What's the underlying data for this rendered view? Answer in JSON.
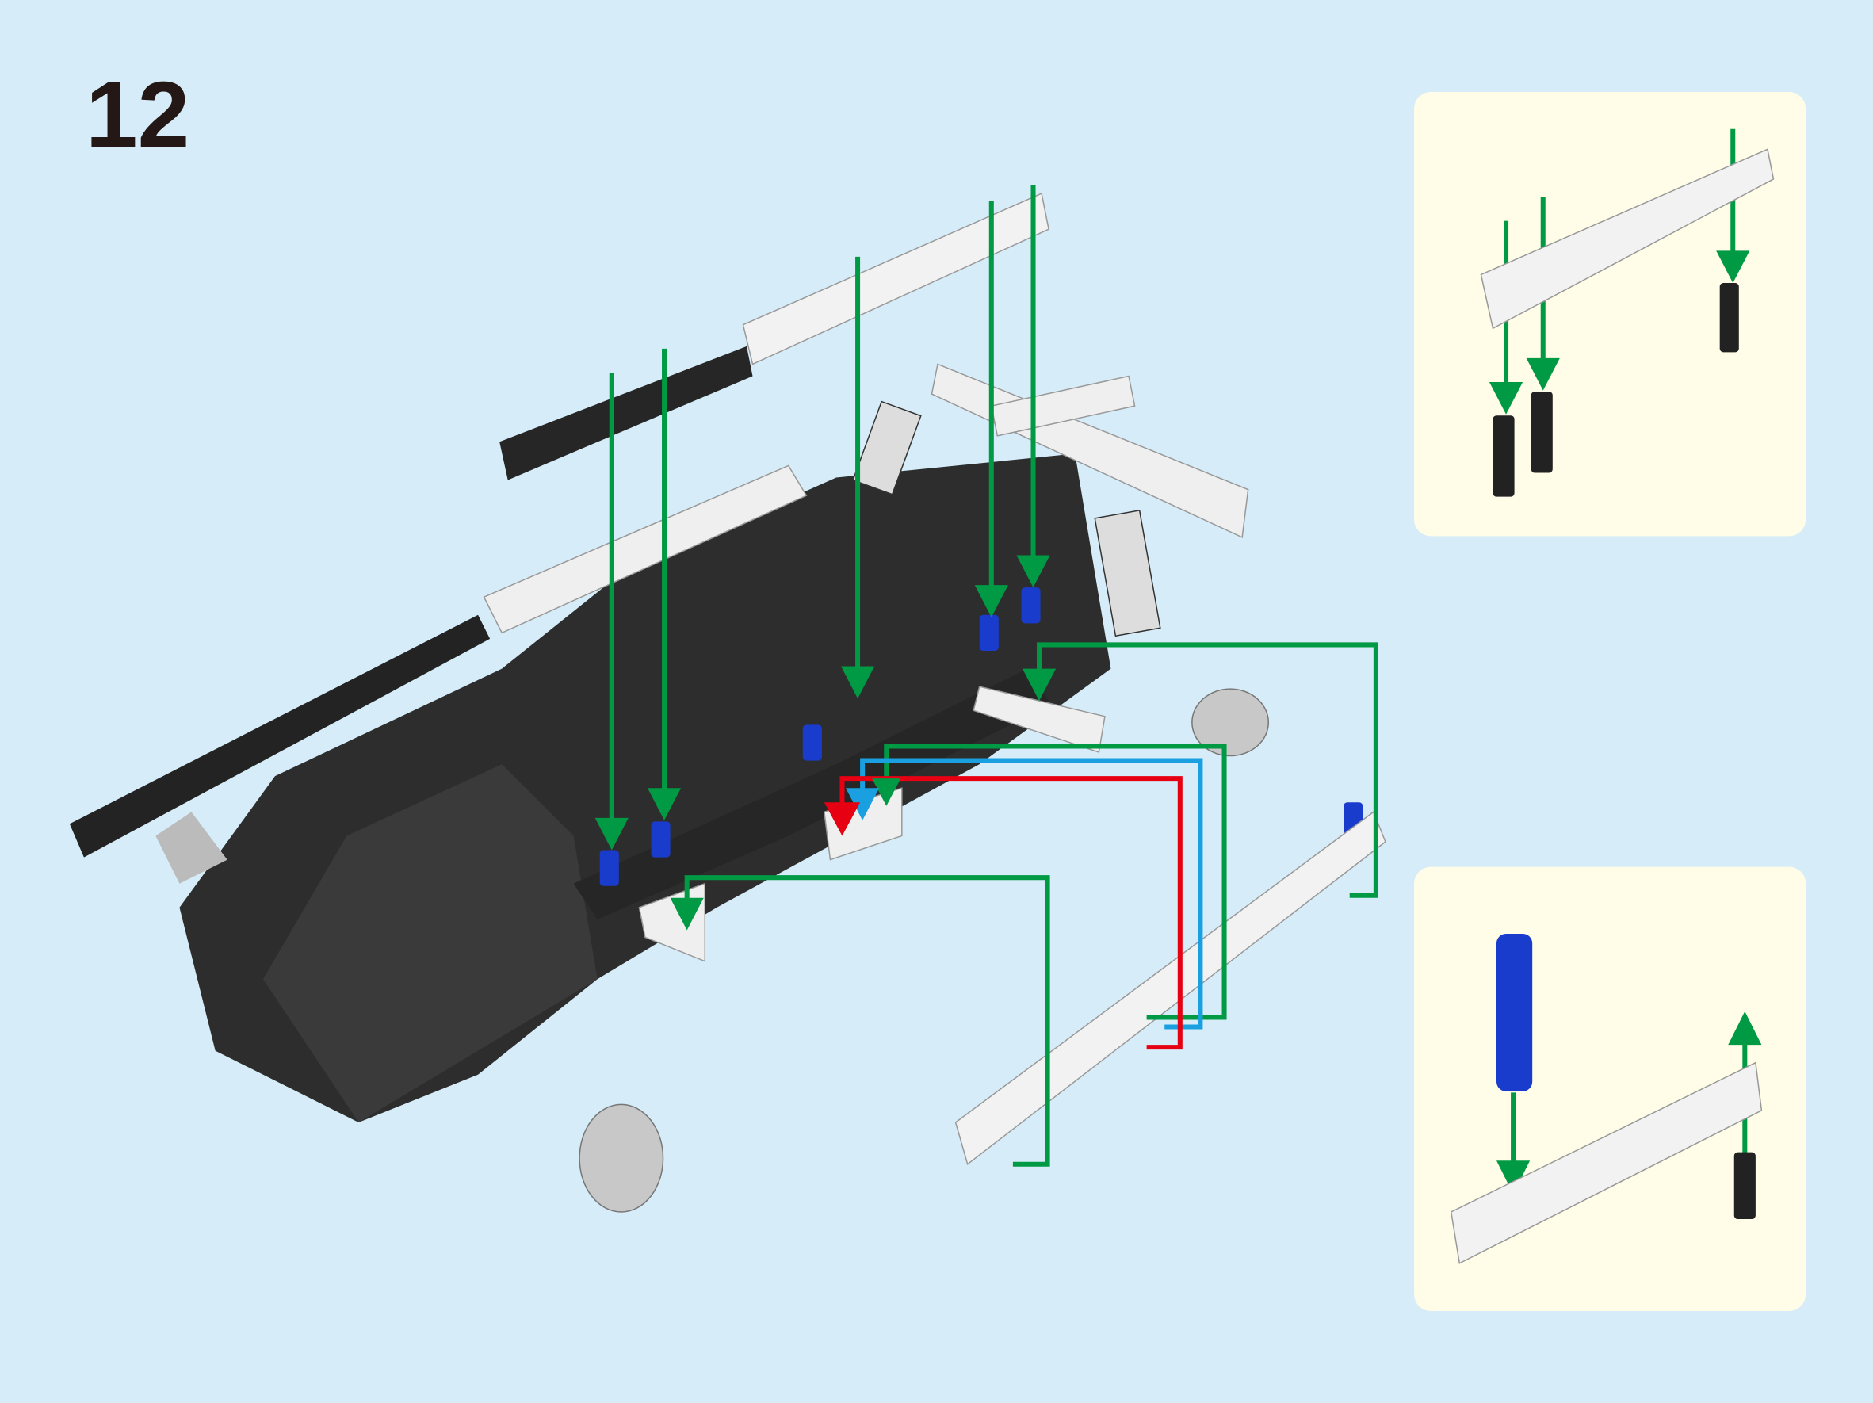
{
  "step": {
    "number": "12"
  },
  "colors": {
    "background": "#d6edf9",
    "callout_background": "#fffde7",
    "arrow_green": "#009944",
    "arrow_blue": "#1aa0e0",
    "arrow_red": "#e60012",
    "pin_blue": "#1a3ccc",
    "part_black": "#2b2b2b",
    "part_white": "#eeeeee"
  },
  "callouts": [
    {
      "id": "callout-top",
      "parts": [
        "white-beam",
        "black-pin",
        "black-pin",
        "black-pin"
      ]
    },
    {
      "id": "callout-bottom",
      "parts": [
        "white-beam",
        "blue-long-pin",
        "black-pin"
      ]
    }
  ]
}
